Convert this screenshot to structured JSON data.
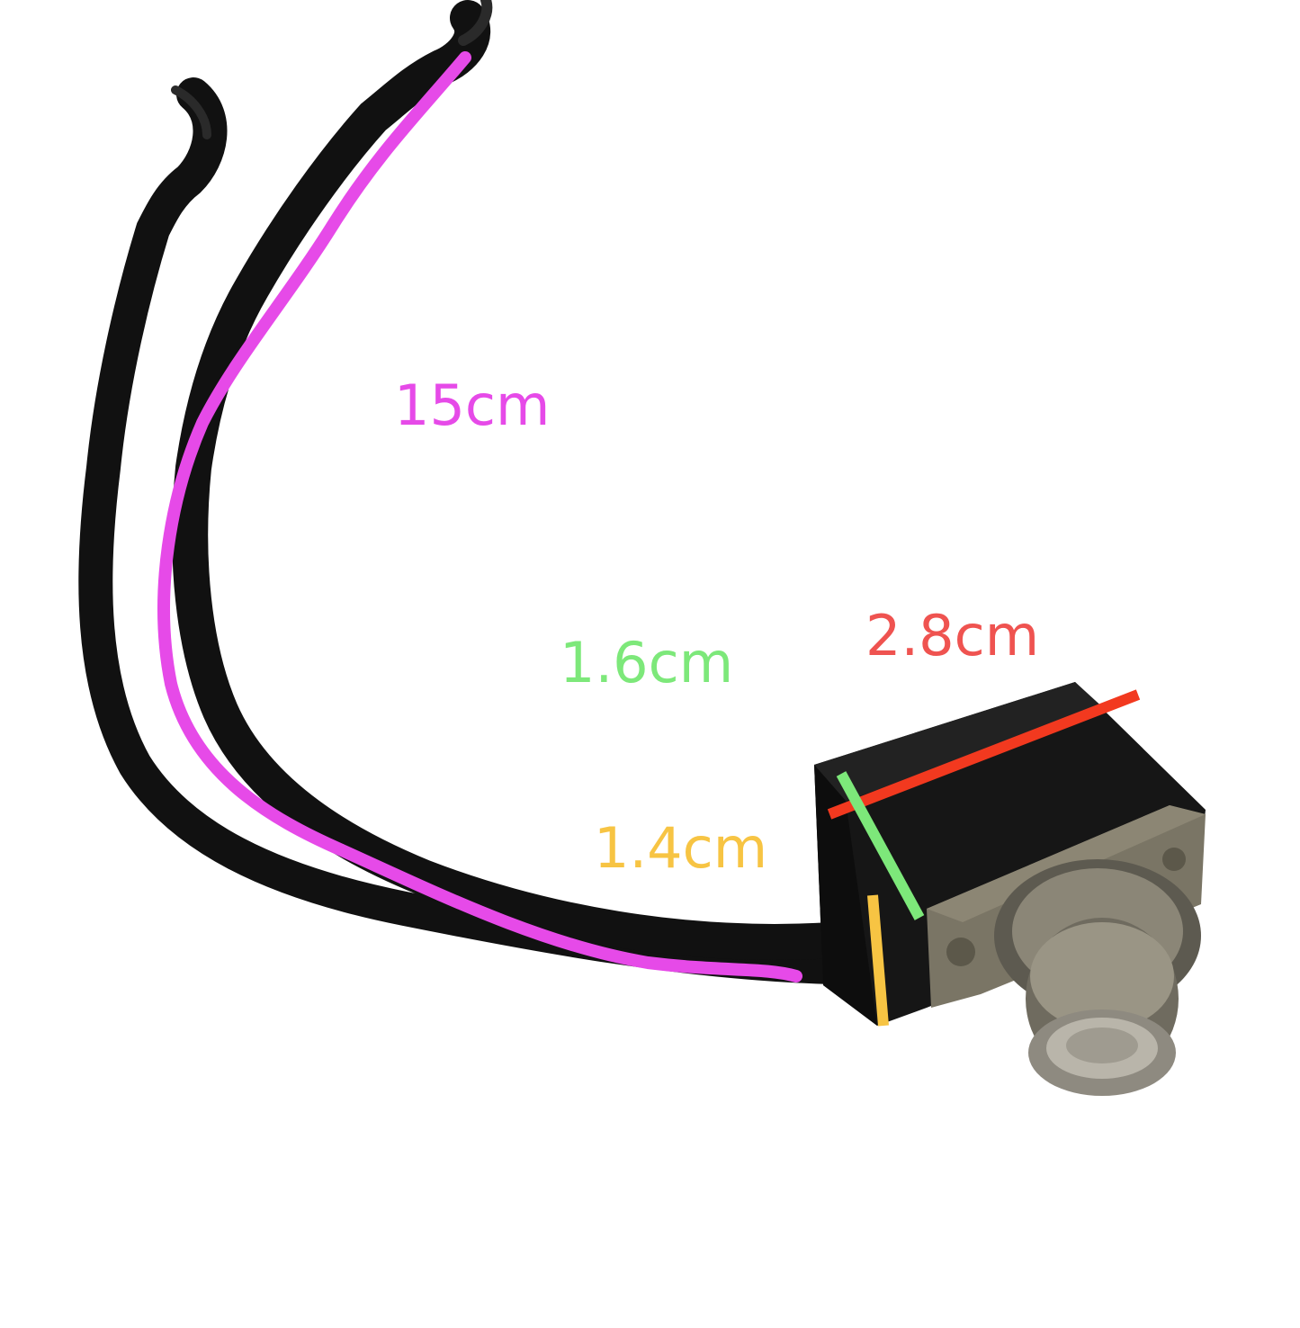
{
  "labels": {
    "wire_length": "15cm",
    "body_width": "1.6cm",
    "body_length": "2.8cm",
    "body_height": "1.4cm"
  },
  "colors": {
    "wire_length": "#e64ae8",
    "body_width": "#7de87a",
    "body_length": "#ef5350",
    "body_height": "#f7c443",
    "wire": "#111111",
    "switch_body": "#161616",
    "metal": "#7a7565"
  },
  "icons": {
    "subject": "push-button-switch-with-wires"
  }
}
